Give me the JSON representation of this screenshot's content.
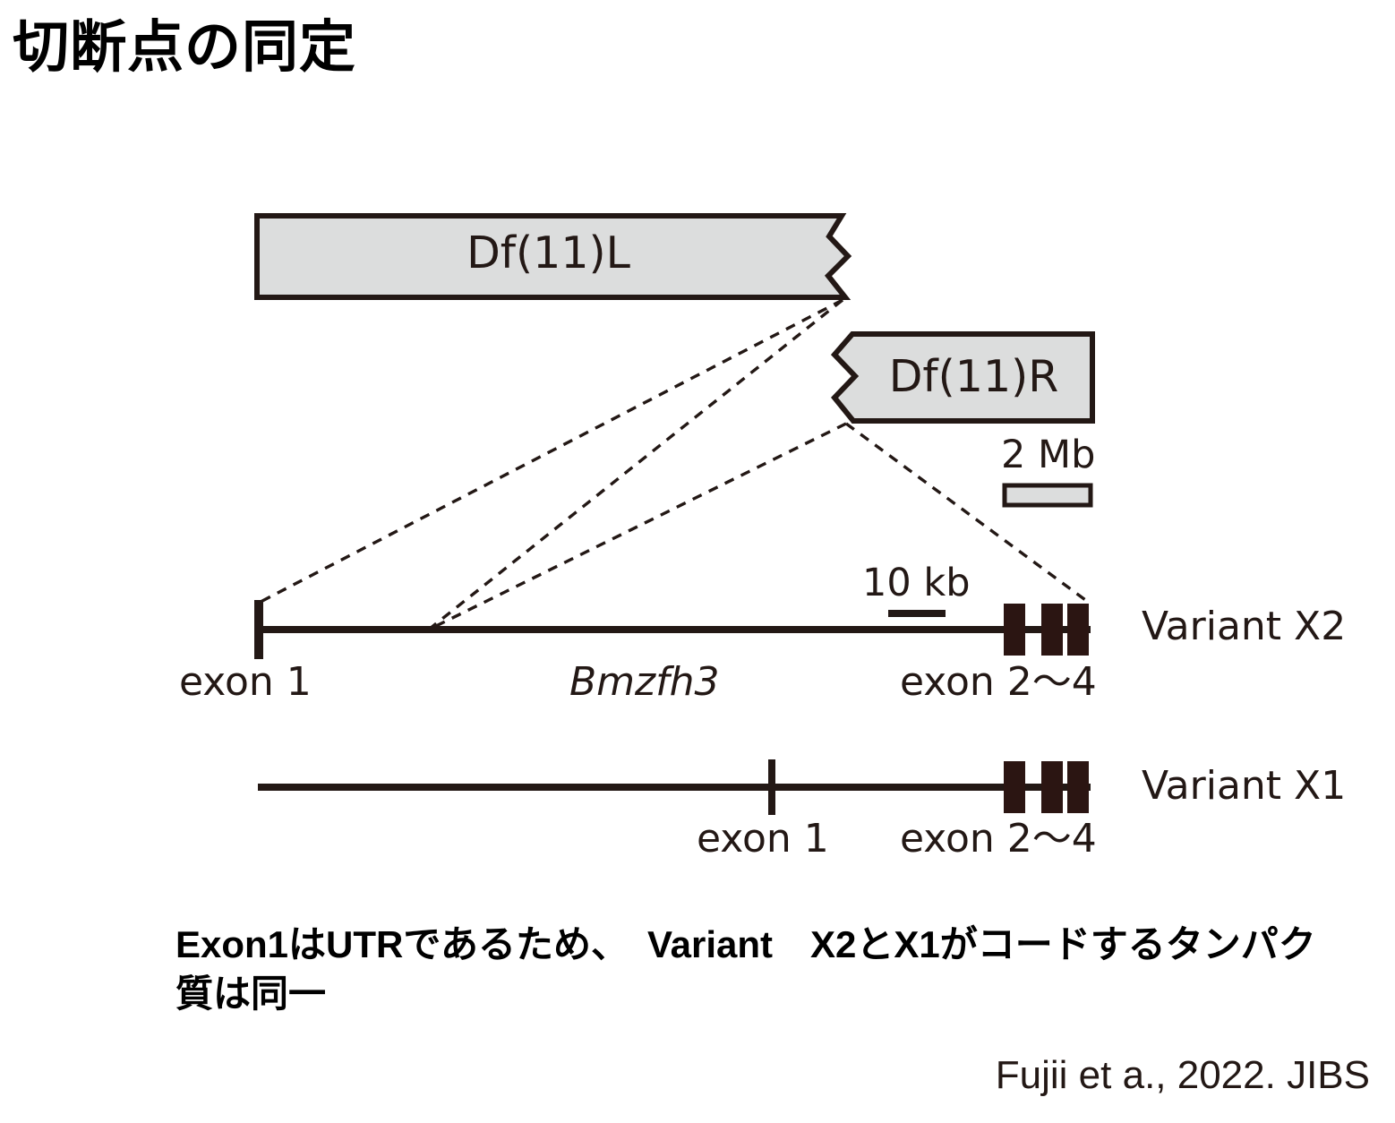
{
  "slide": {
    "title": "切断点の同定",
    "background_color": "#ffffff",
    "text_color": "#231815"
  },
  "deficiency_blocks": [
    {
      "id": "df11l",
      "label": "Df(11)L",
      "fill_color": "#dcdddd",
      "stroke_color": "#231815",
      "torn_edge": "right"
    },
    {
      "id": "df11r",
      "label": "Df(11)R",
      "fill_color": "#dcdddd",
      "stroke_color": "#231815",
      "torn_edge": "left"
    }
  ],
  "scale_bars": [
    {
      "id": "mb-scale",
      "label": "2 Mb",
      "style": "filled-box",
      "fill_color": "#dcdddd"
    },
    {
      "id": "kb-scale",
      "label": "10 kb",
      "style": "solid-line",
      "fill_color": "#231815"
    }
  ],
  "gene_models": [
    {
      "id": "variant-x2",
      "name": "Variant X2",
      "gene_label": "Bmzfh3",
      "gene_label_italic": true,
      "features": [
        {
          "type": "exon-tick",
          "label": "exon 1"
        },
        {
          "type": "exon-box-group",
          "label": "exon 2〜4",
          "count": 3
        }
      ]
    },
    {
      "id": "variant-x1",
      "name": "Variant X1",
      "gene_label": "",
      "gene_label_italic": false,
      "features": [
        {
          "type": "exon-tick",
          "label": "exon 1"
        },
        {
          "type": "exon-box-group",
          "label": "exon 2〜4",
          "count": 3
        }
      ]
    }
  ],
  "connectors": {
    "style": "dashed",
    "color": "#231815",
    "description": "breakpoint projection lines"
  },
  "caption": "Exon1はUTRであるため、　Variant　X2とX1がコードするタンパク質は同一",
  "citation": "Fujii et a., 2022. JIBS"
}
